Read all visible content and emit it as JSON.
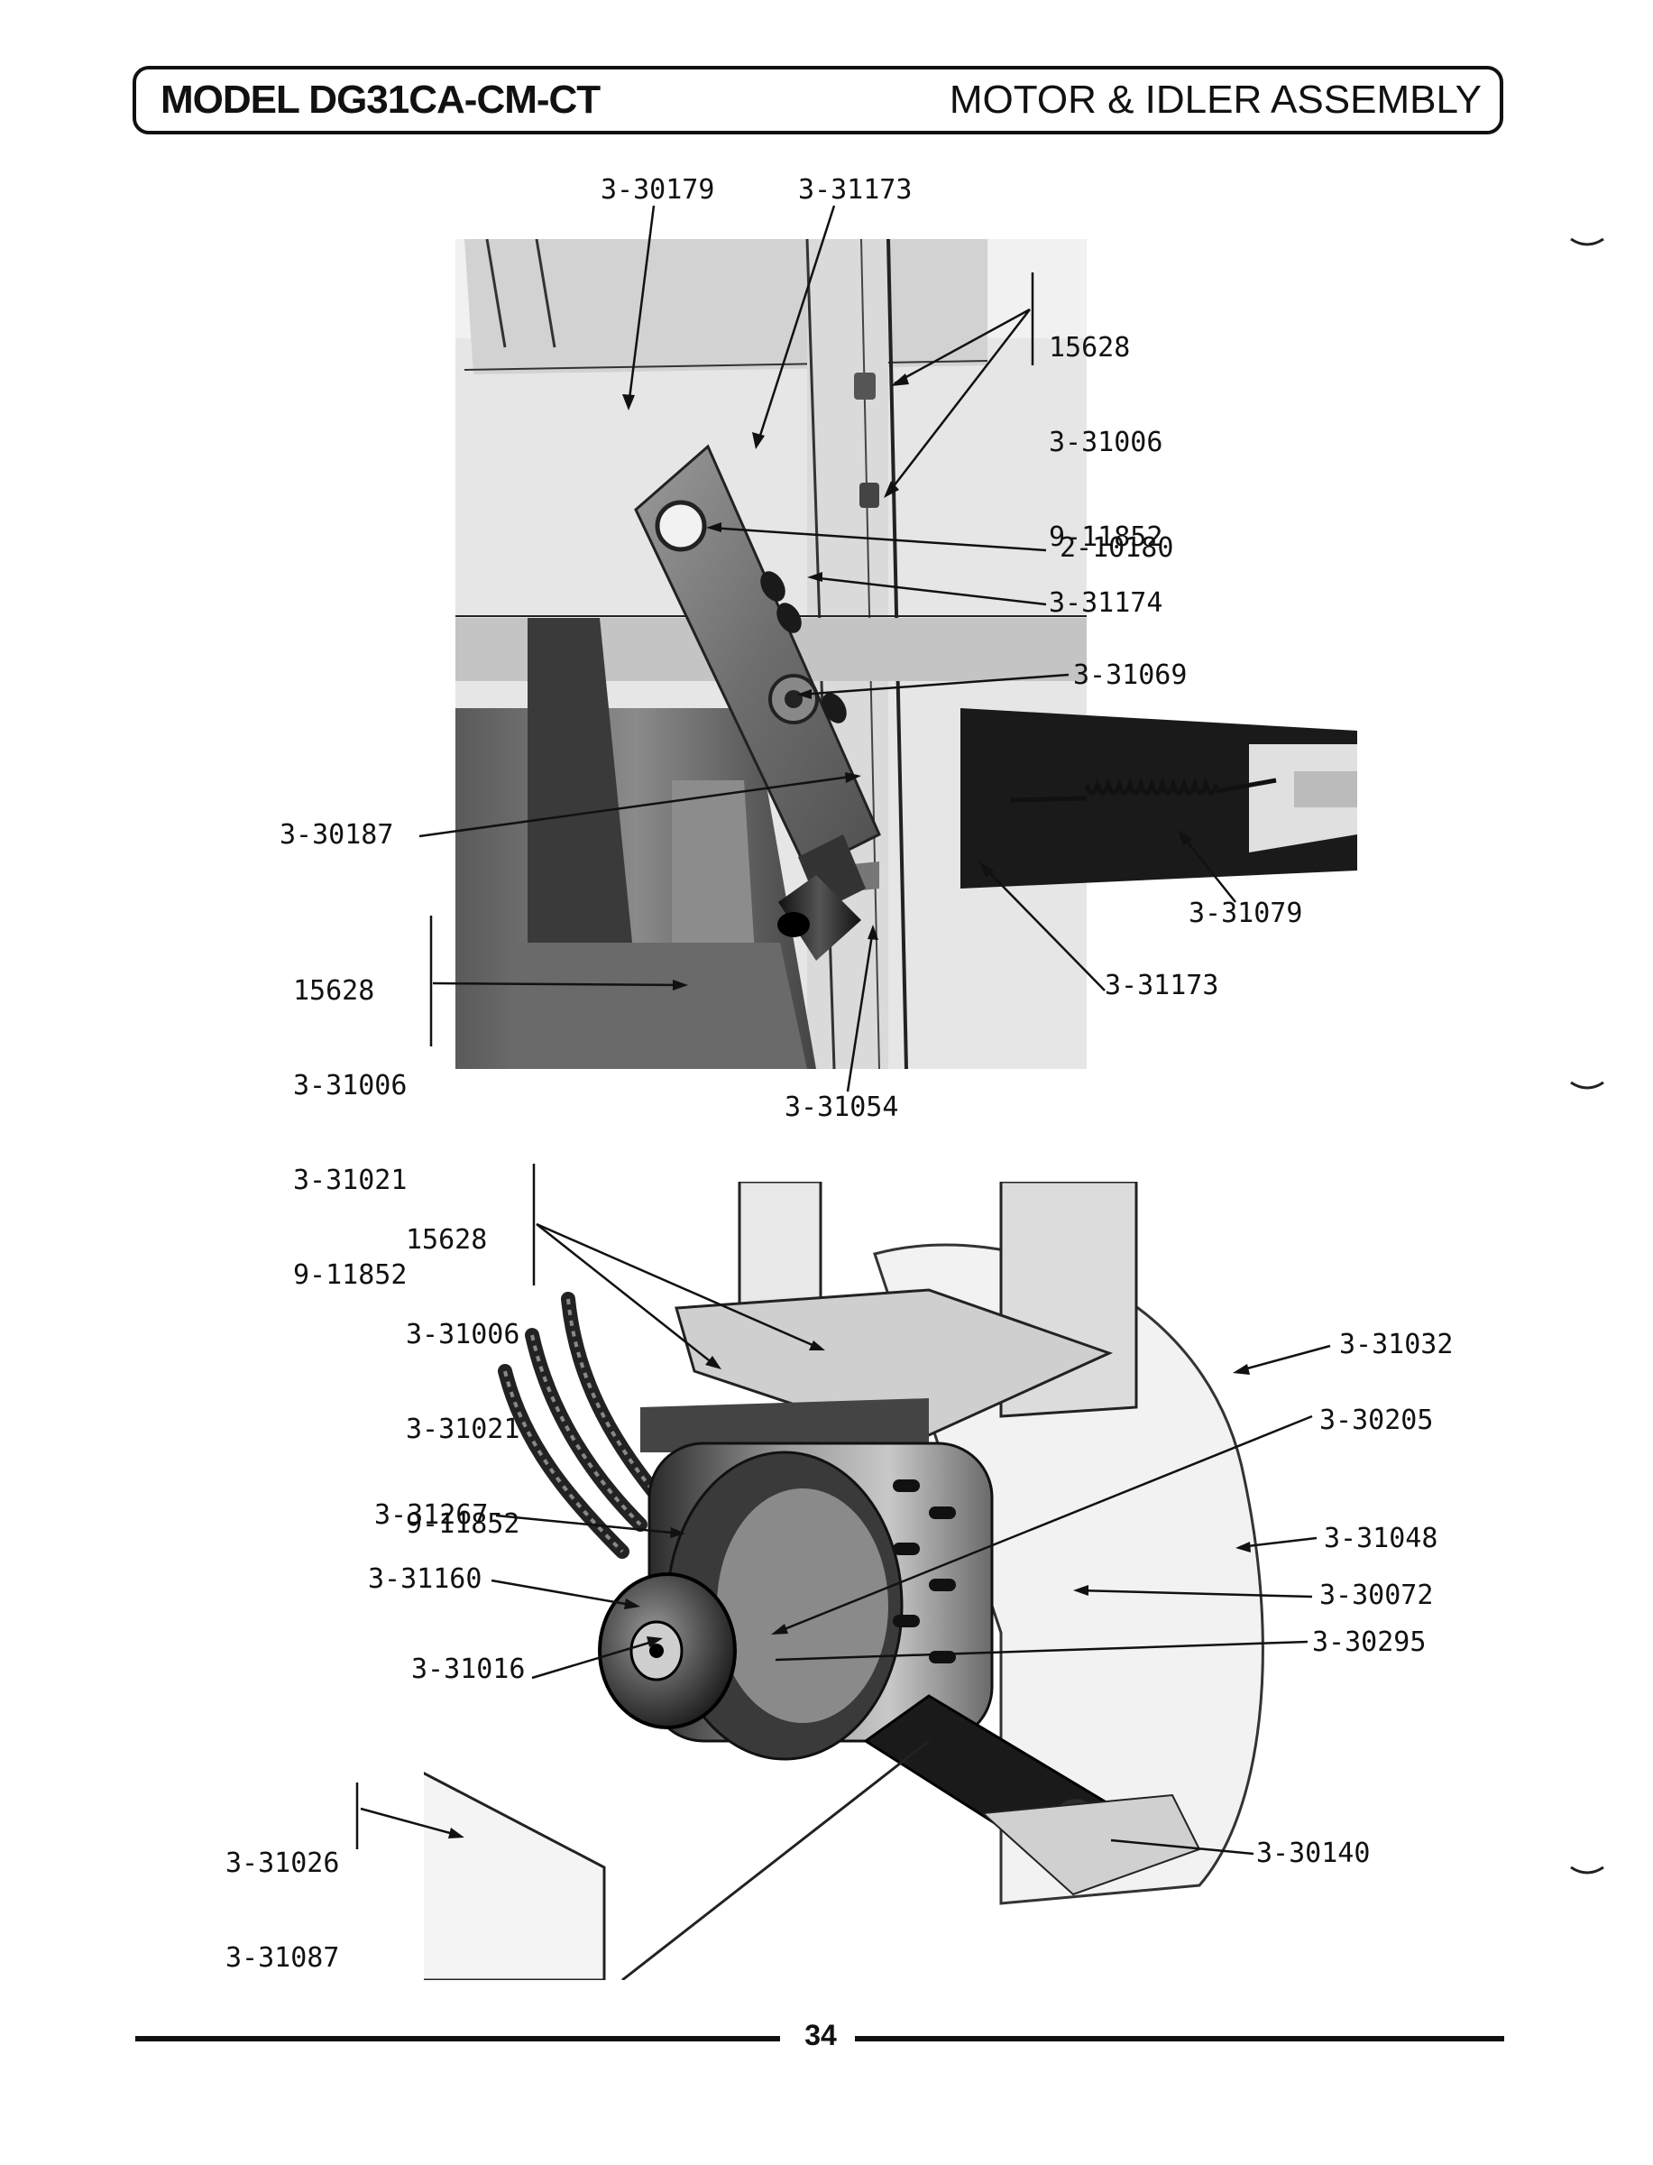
{
  "header": {
    "model": "MODEL DG31CA-CM-CT",
    "section_title": "MOTOR & IDLER ASSEMBLY"
  },
  "figure_top": {
    "callouts": {
      "c_30179": "3-30179",
      "c_31173_top": "3-31173",
      "group_right": [
        "15628",
        "3-31006",
        "9-11852"
      ],
      "c_10180": "2-10180",
      "c_31174": "3-31174",
      "c_31069": "3-31069",
      "c_30187": "3-30187",
      "group_left": [
        "15628",
        "3-31006",
        "3-31021",
        "9-11852"
      ],
      "c_31079": "3-31079",
      "c_31173_bottom": "3-31173",
      "c_31054": "3-31054"
    }
  },
  "figure_bottom": {
    "callouts": {
      "group_top": [
        "15628",
        "3-31006",
        "3-31021",
        "9-11852"
      ],
      "c_31032": "3-31032",
      "c_30205": "3-30205",
      "c_31267": "3-31267",
      "c_31048": "3-31048",
      "c_31160": "3-31160",
      "c_30072": "3-30072",
      "c_30295": "3-30295",
      "c_31016": "3-31016",
      "group_left": [
        "3-31026",
        "3-31087"
      ],
      "c_30140": "3-30140"
    }
  },
  "footer": {
    "page_number": "34"
  }
}
